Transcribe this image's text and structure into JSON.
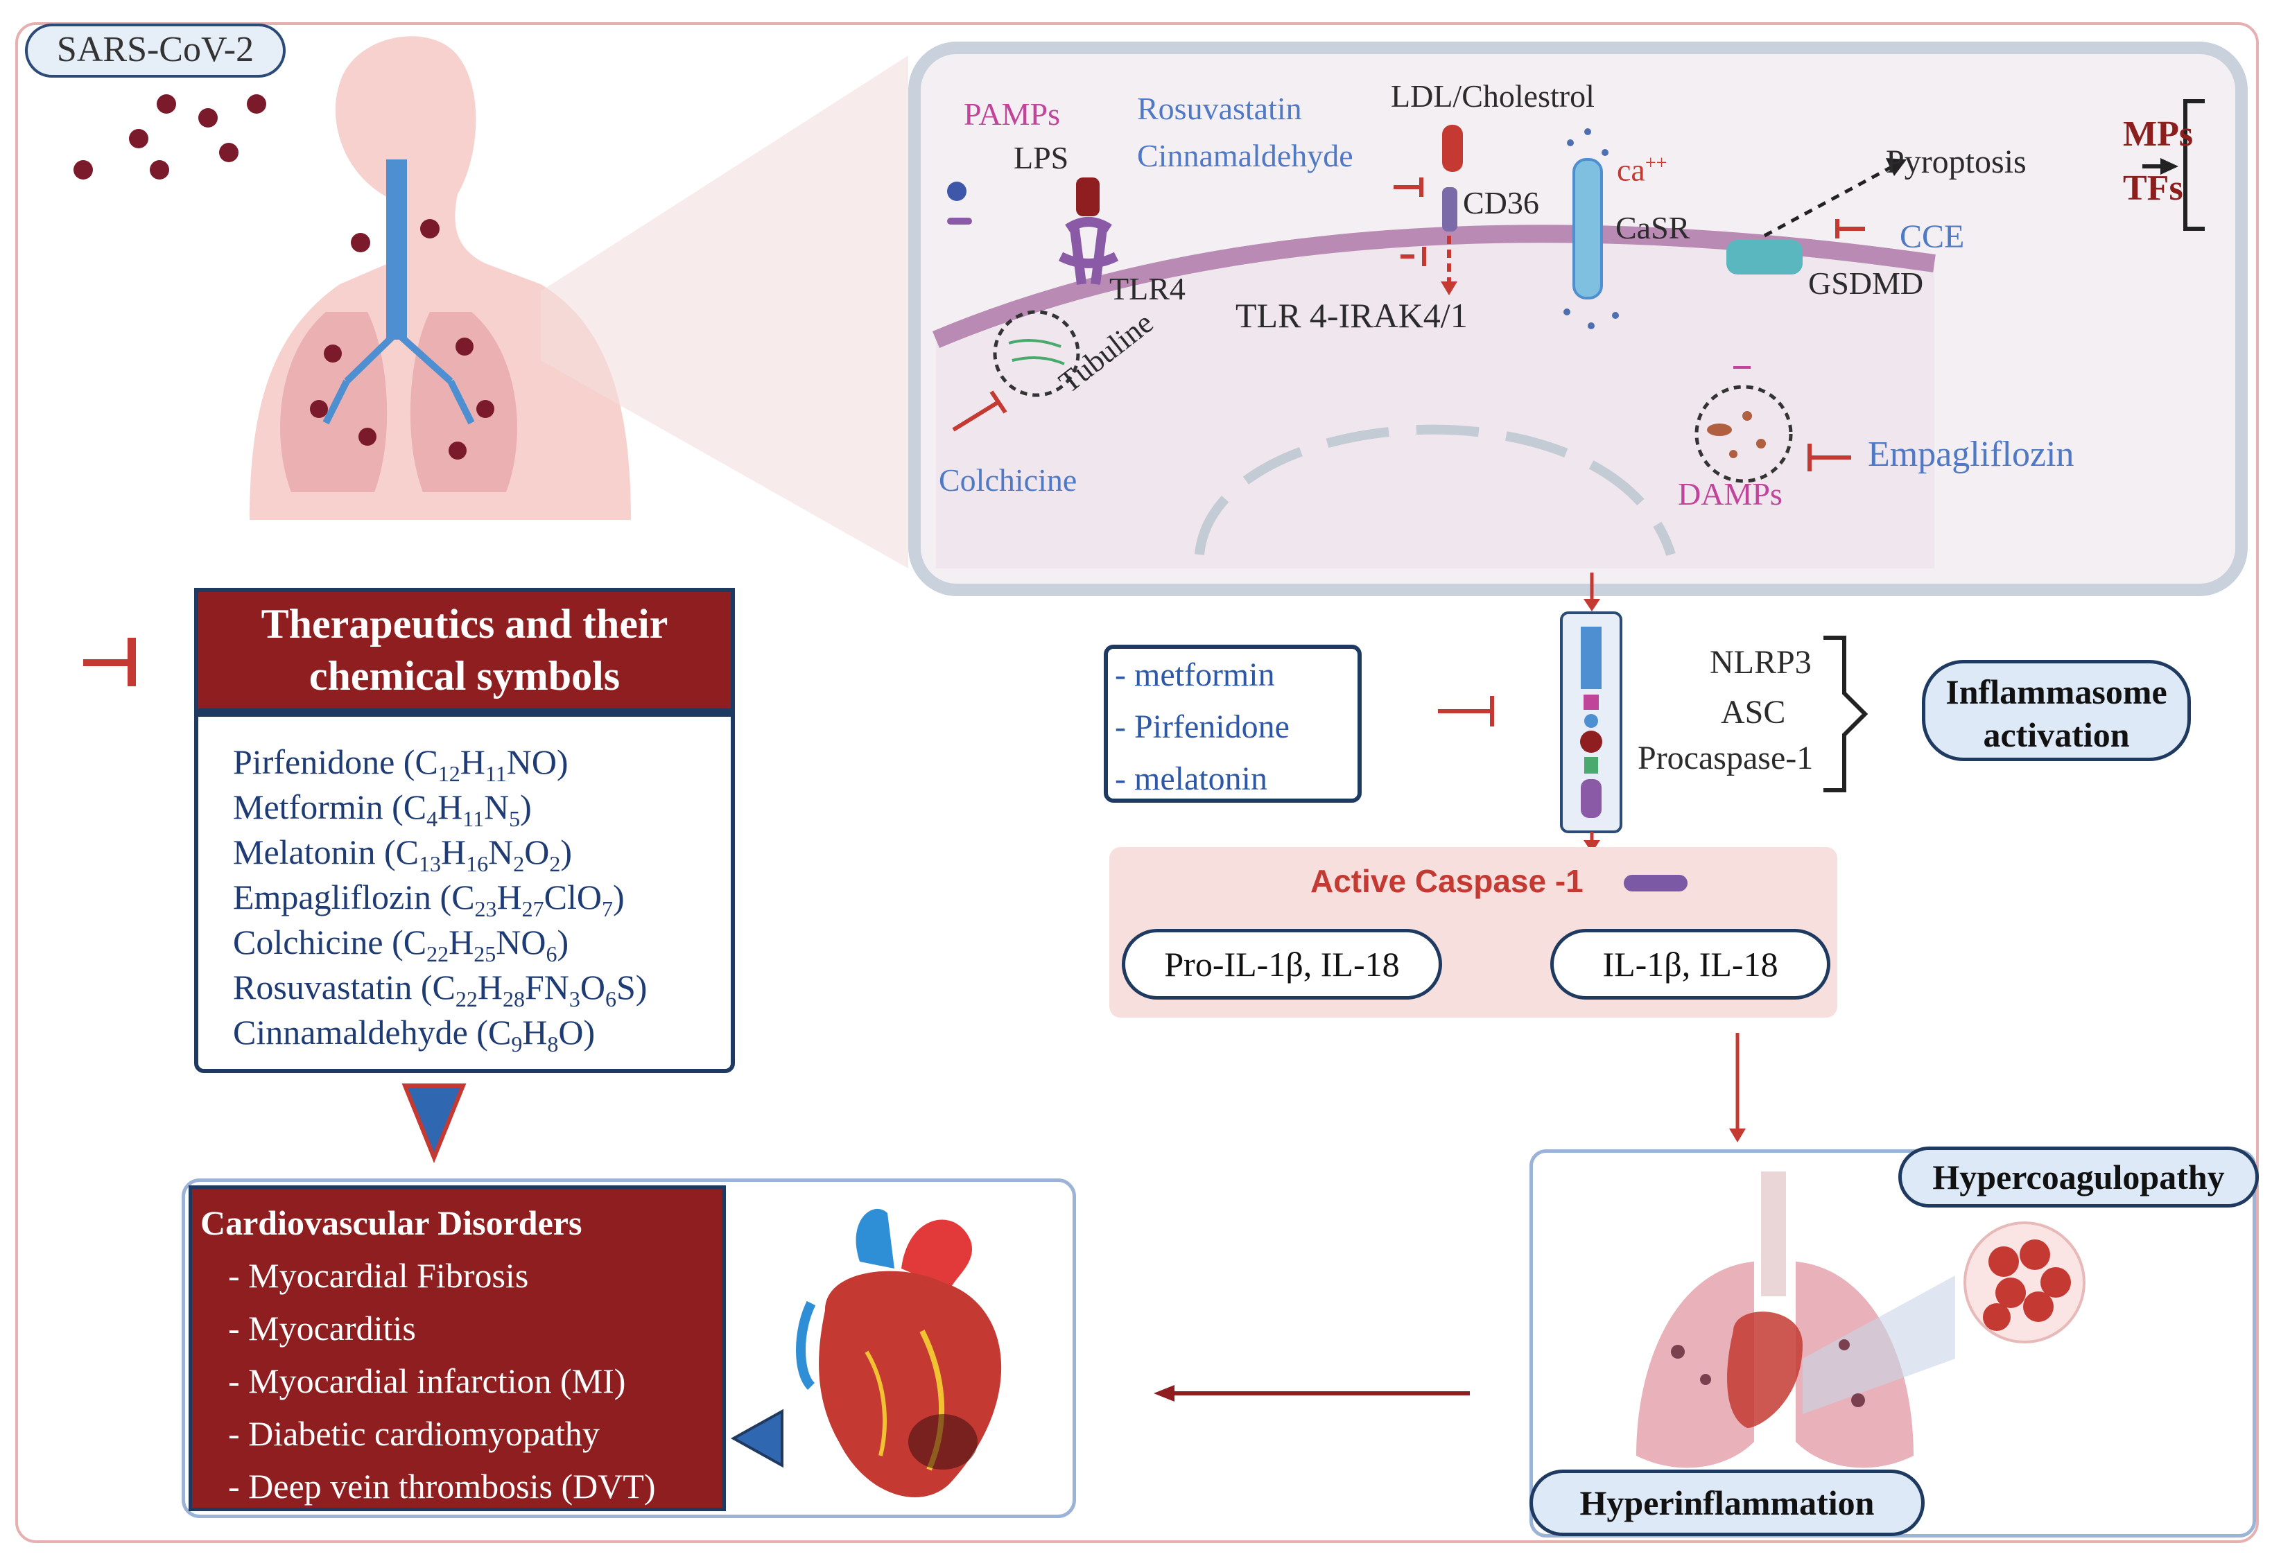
{
  "sars": "SARS-CoV-2",
  "cell": {
    "pamps": "PAMPs",
    "lps": "LPS",
    "tlr4": "TLR4",
    "rosuvastatin": "Rosuvastatin",
    "cinnamaldehyde": "Cinnamaldehyde",
    "ldl": "LDL/Cholestrol",
    "cd36": "CD36",
    "tlr_irak": "TLR 4-IRAK4/1",
    "ca": "ca",
    "ca_sup": "++",
    "casr": "CaSR",
    "pyroptosis": "Pyroptosis",
    "mps": "MPs",
    "tfs": "TFs",
    "cce": "CCE",
    "gsdmd": "GSDMD",
    "tubuline": "Tubuline",
    "colchicine": "Colchicine",
    "damps": "DAMPs",
    "empagliflozin": "Empagliflozin"
  },
  "inflammasome": {
    "drugs": [
      "- metformin",
      "- Pirfenidone",
      "- melatonin"
    ],
    "components": [
      "NLRP3",
      "ASC",
      "Procaspase-1"
    ],
    "activation": [
      "Inflammasome",
      "activation"
    ]
  },
  "caspase": {
    "active": "Active Caspase -1",
    "pro": "Pro-IL-1β, IL-18",
    "mature": "IL-1β, IL-18"
  },
  "therapeutics": {
    "title_line1": "Therapeutics and their",
    "title_line2": "chemical symbols",
    "items": [
      {
        "name": "Pirfenidone (",
        "formula": [
          [
            "C",
            ""
          ],
          [
            "12",
            "s"
          ],
          [
            "H",
            ""
          ],
          [
            "11",
            "s"
          ],
          [
            "NO)",
            ""
          ]
        ]
      },
      {
        "name": "Metformin (",
        "formula": [
          [
            "C",
            ""
          ],
          [
            "4",
            "s"
          ],
          [
            "H",
            ""
          ],
          [
            "11",
            "s"
          ],
          [
            "N",
            ""
          ],
          [
            "5",
            "s"
          ],
          [
            ")",
            ""
          ]
        ]
      },
      {
        "name": "Melatonin (",
        "formula": [
          [
            "C",
            ""
          ],
          [
            "13",
            "s"
          ],
          [
            "H",
            ""
          ],
          [
            "16",
            "s"
          ],
          [
            "N",
            ""
          ],
          [
            "2",
            "s"
          ],
          [
            "O",
            ""
          ],
          [
            "2",
            "s"
          ],
          [
            ")",
            ""
          ]
        ]
      },
      {
        "name": "Empagliflozin (",
        "formula": [
          [
            "C",
            ""
          ],
          [
            "23",
            "s"
          ],
          [
            "H",
            ""
          ],
          [
            "27",
            "s"
          ],
          [
            "ClO",
            ""
          ],
          [
            "7",
            "s"
          ],
          [
            ")",
            ""
          ]
        ]
      },
      {
        "name": "Colchicine (",
        "formula": [
          [
            "C",
            ""
          ],
          [
            "22",
            "s"
          ],
          [
            "H",
            ""
          ],
          [
            "25",
            "s"
          ],
          [
            "NO",
            ""
          ],
          [
            "6",
            "s"
          ],
          [
            ")",
            ""
          ]
        ]
      },
      {
        "name": "Rosuvastatin (",
        "formula": [
          [
            "C",
            ""
          ],
          [
            "22",
            "s"
          ],
          [
            "H",
            ""
          ],
          [
            "28",
            "s"
          ],
          [
            "FN",
            ""
          ],
          [
            "3",
            "s"
          ],
          [
            "O",
            ""
          ],
          [
            "6",
            "s"
          ],
          [
            "S)",
            ""
          ]
        ]
      },
      {
        "name": "Cinnamaldehyde (",
        "formula": [
          [
            "C",
            ""
          ],
          [
            "9",
            "s"
          ],
          [
            "H",
            ""
          ],
          [
            "8",
            "s"
          ],
          [
            "O)",
            ""
          ]
        ]
      }
    ]
  },
  "cvd": {
    "title": "Cardiovascular Disorders",
    "items": [
      "- Myocardial Fibrosis",
      "- Myocarditis",
      "- Myocardial infarction (MI)",
      "- Diabetic cardiomyopathy",
      "- Deep vein thrombosis (DVT)"
    ]
  },
  "outcome": {
    "hypercoagulopathy": "Hypercoagulopathy",
    "hyperinflammation": "Hyperinflammation"
  },
  "colors": {
    "darkred": "#8e1e1f",
    "navy": "#1f3a60",
    "drug_blue": "#4f79c4",
    "pink": "#c0449a",
    "arrow_red": "#c43a33"
  }
}
